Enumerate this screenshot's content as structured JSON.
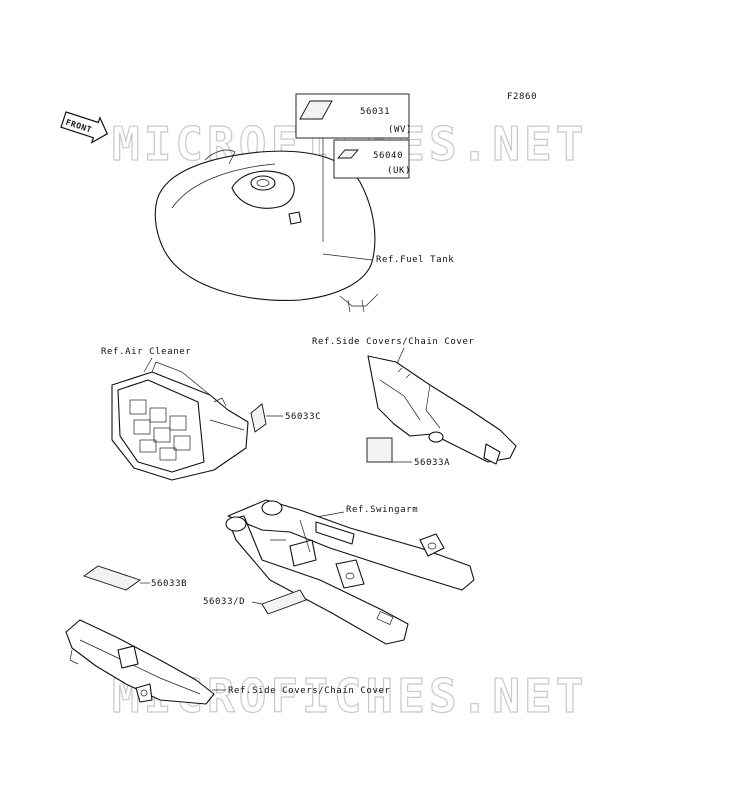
{
  "figure_code": "F2860",
  "front_badge": "FRONT",
  "watermark": "MICROFICHES.NET",
  "labels": {
    "p56031": "56031",
    "p56031_note": "(WV)",
    "p56040": "56040",
    "p56040_note": "(UK)",
    "ref_fuel_tank": "Ref.Fuel Tank",
    "ref_air_cleaner": "Ref.Air Cleaner",
    "p56033c": "56033C",
    "ref_side_covers_top": "Ref.Side Covers/Chain Cover",
    "p56033a": "56033A",
    "ref_swingarm": "Ref.Swingarm",
    "p56033b": "56033B",
    "p56033d": "56033/D",
    "ref_side_covers_bottom": "Ref.Side Covers/Chain Cover"
  }
}
